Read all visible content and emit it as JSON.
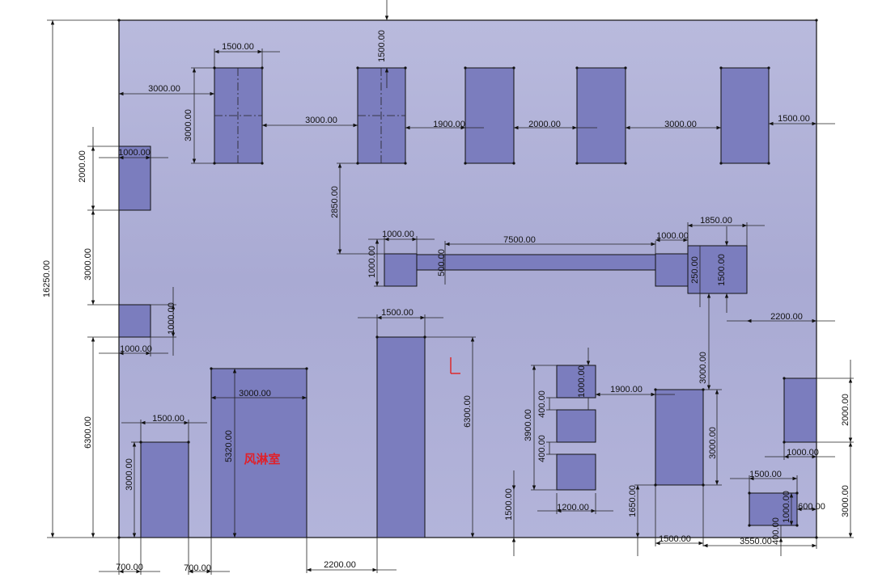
{
  "drawing": {
    "room_label": "风淋室",
    "colors": {
      "background": "#ffffff",
      "plate_fill_top": "#b8b9dc",
      "plate_fill_bottom": "#a8a9d4",
      "part_fill": "#7a7cbc",
      "line": "#111111",
      "dim_line": "#222222",
      "room_label": "#e0202a",
      "origin_red": "#e02020"
    },
    "dimensions": {
      "overall_height": "16250.00",
      "w1500_a": "1500.00",
      "w3000_a": "3000.00",
      "h3000_a": "3000.00",
      "gap3000_b": "3000.00",
      "v1500_top": "1500.00",
      "gap1900_a": "1900.00",
      "gap2000_a": "2000.00",
      "gap3000_c": "3000.00",
      "right1500": "1500.00",
      "left_h2000": "2000.00",
      "left_w1000_a": "1000.00",
      "v2850": "2850.00",
      "v3000_left": "3000.00",
      "w1000_b": "1000.00",
      "w7500": "7500.00",
      "w1000_c": "1000.00",
      "w1850": "1850.00",
      "h1000_b": "1000.00",
      "h500": "500.00",
      "h250": "250.00",
      "h1500_b": "1500.00",
      "h1000_c": "1000.00",
      "w1000_d": "1000.00",
      "w1500_b": "1500.00",
      "w2200_right": "2200.00",
      "v6300_left": "6300.00",
      "w1500_c": "1500.00",
      "h3000_d": "3000.00",
      "w3000_d": "3000.00",
      "h5320": "5320.00",
      "h6300_mid": "6300.00",
      "h1000_e": "1000.00",
      "w1900_b": "1900.00",
      "h3900": "3900.00",
      "h400_a": "400.00",
      "h400_b": "400.00",
      "h1500_c": "1500.00",
      "w1200": "1200.00",
      "v3000_right": "3000.00",
      "h3000_e": "3000.00",
      "h1650": "1650.00",
      "w1500_d": "1500.00",
      "h2000_right": "2000.00",
      "w1000_e": "1000.00",
      "h3000_right": "3000.00",
      "w1500_e": "1500.00",
      "w600": "600.00",
      "h1000_f": "1000.00",
      "h400_c": "400.00",
      "w3550": "3550.00",
      "w700_a": "700.00",
      "w700_b": "700.00",
      "w2200_bottom": "2200.00"
    }
  }
}
